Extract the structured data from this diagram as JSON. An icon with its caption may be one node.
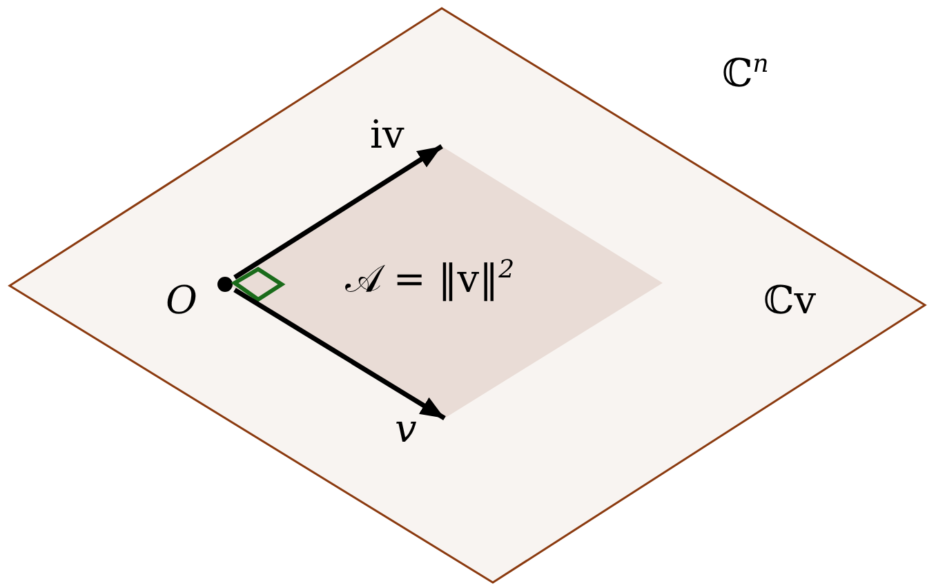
{
  "diagram": {
    "nodes": [
      {
        "text": [
          "ℂv"
        ]
      },
      {
        "text": [
          "𝒜 = ‖v‖$^{2}$"
        ],
        "in": 0
      },
      {
        "text": [
          "O"
        ],
        "in": 0
      },
      {
        "text": [
          "iv"
        ],
        "in": 0
      },
      {
        "text": [
          "v"
        ],
        "in": 0
      }
    ],
    "edges": [
      {
        "from": 2,
        "to": 3,
        "arrow": "to"
      },
      {
        "from": 2,
        "to": 4,
        "arrow": "to"
      }
    ],
    "labels": [
      "ℂ$^{n}$"
    ]
  }
}
